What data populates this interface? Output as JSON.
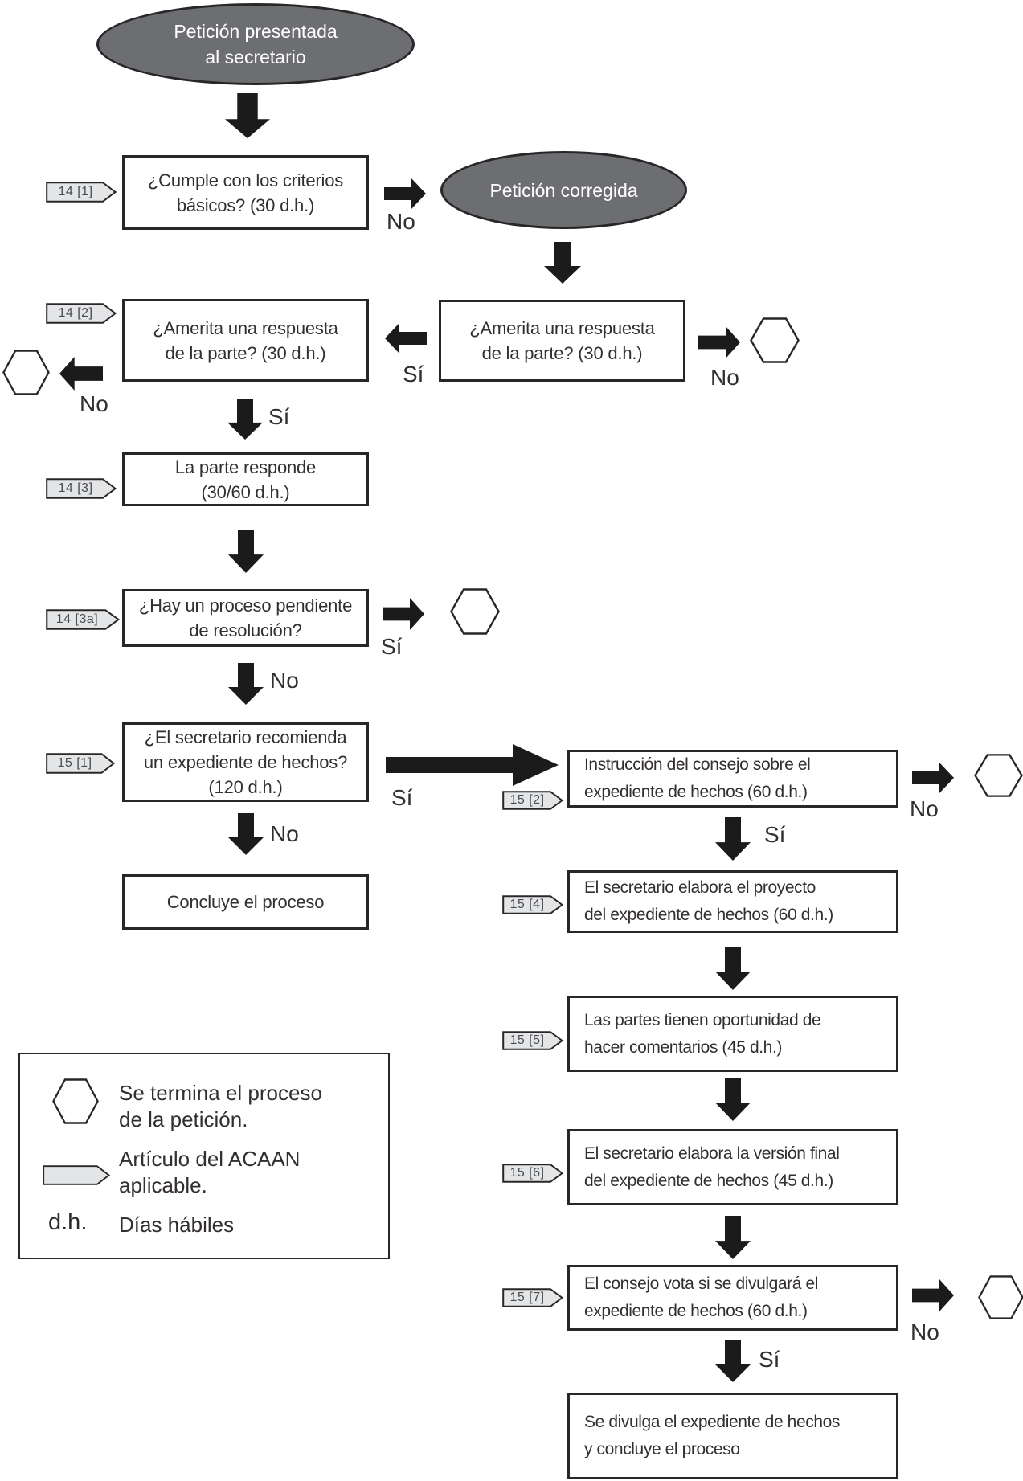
{
  "palette": {
    "ink": "#2a2627",
    "arrow": "#1b1b1b",
    "terminal_fill": "#6d6e71",
    "terminal_text": "#ffffff",
    "tag_fill": "#e4e5e6",
    "node_fill": "#ffffff"
  },
  "labels": {
    "yes": "Sí",
    "no": "No"
  },
  "tags": {
    "t14_1": "14 [1]",
    "t14_2": "14 [2]",
    "t14_3": "14 [3]",
    "t14_3a": "14 [3a]",
    "t15_1": "15 [1]",
    "t15_2": "15 [2]",
    "t15_4": "15 [4]",
    "t15_5": "15 [5]",
    "t15_6": "15 [6]",
    "t15_7": "15 [7]"
  },
  "nodes": {
    "start": {
      "lines": [
        "Petición presentada",
        "al secretario"
      ]
    },
    "cumple": {
      "lines": [
        "¿Cumple con los criterios",
        "básicos? (30 d.h.)"
      ]
    },
    "corregida": {
      "lines": [
        "Petición corregida"
      ]
    },
    "amerita_right": {
      "lines": [
        "¿Amerita una respuesta",
        "de la parte? (30 d.h.)"
      ]
    },
    "amerita_left": {
      "lines": [
        "¿Amerita una respuesta",
        "de la parte? (30 d.h.)"
      ]
    },
    "parte_responde": {
      "lines": [
        "La parte responde",
        "(30/60 d.h.)"
      ]
    },
    "hay_proceso": {
      "lines": [
        "¿Hay un proceso pendiente",
        "de resolución?"
      ]
    },
    "recomienda": {
      "lines": [
        "¿El secretario recomienda",
        "un expediente de hechos?",
        "(120 d.h.)"
      ]
    },
    "concluye": {
      "lines": [
        "Concluye el proceso"
      ]
    },
    "instruccion": {
      "lines": [
        "Instrucción del consejo sobre el",
        "expediente de hechos (60 d.h.)"
      ]
    },
    "proyecto": {
      "lines": [
        "El secretario elabora el proyecto",
        "del expediente de hechos (60 d.h.)"
      ]
    },
    "comentarios": {
      "lines": [
        "Las partes tienen oportunidad de",
        "hacer comentarios (45 d.h.)"
      ]
    },
    "version_final": {
      "lines": [
        "El secretario elabora la versión final",
        "del expediente de hechos (45 d.h.)"
      ]
    },
    "consejo_vota": {
      "lines": [
        "El consejo vota si se divulgará el",
        "expediente de hechos (60 d.h.)"
      ]
    },
    "divulga": {
      "lines": [
        "Se divulga el expediente de hechos",
        "y concluye el proceso"
      ]
    }
  },
  "legend": {
    "hexagon_meaning": [
      "Se termina el proceso",
      "de la petición."
    ],
    "tag_meaning": [
      "Artículo del ACAAN",
      "aplicable."
    ],
    "abbr": "d.h.",
    "abbr_meaning": "Días hábiles"
  }
}
